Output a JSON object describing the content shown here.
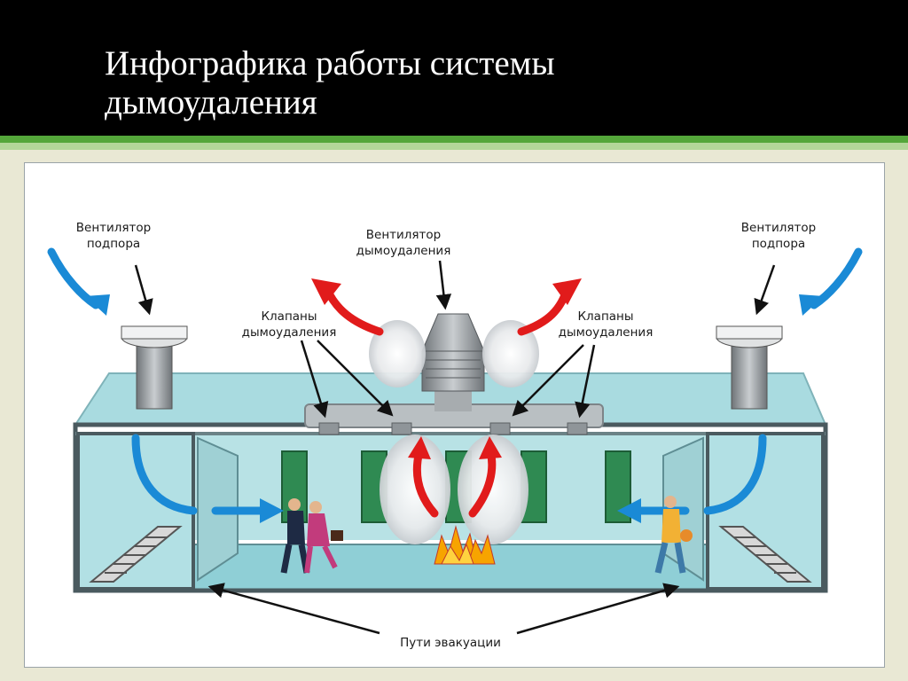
{
  "slide": {
    "title": "Инфографика работы системы\nдымоудаления"
  },
  "colors": {
    "header_bg": "#000000",
    "accent_green": "#54a63a",
    "accent_light_green": "#b3d699",
    "slide_bg": "#e9e8d4",
    "arrow_blue": "#1a8ad6",
    "arrow_red": "#e11b1b",
    "building_glass": "#9fd4d8"
  },
  "labels": {
    "supply_fan_left": "Вентилятор\nподпора",
    "supply_fan_right": "Вентилятор\nподпора",
    "exhaust_fan": "Вентилятор\nдымоудаления",
    "valves_left": "Клапаны\nдымоудаления",
    "valves_right": "Клапаны\nдымоудаления",
    "evacuation": "Пути эвакуации"
  }
}
